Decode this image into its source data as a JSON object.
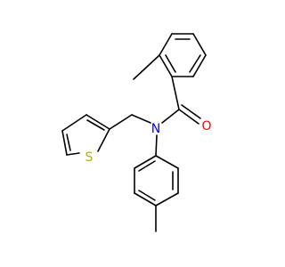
{
  "molecule": {
    "atoms": {
      "oxygen": {
        "symbol": "O",
        "color": "#ff0000"
      },
      "nitrogen": {
        "symbol": "N",
        "color": "#0000ff"
      },
      "sulfur": {
        "symbol": "S",
        "color": "#b2b200"
      }
    }
  }
}
